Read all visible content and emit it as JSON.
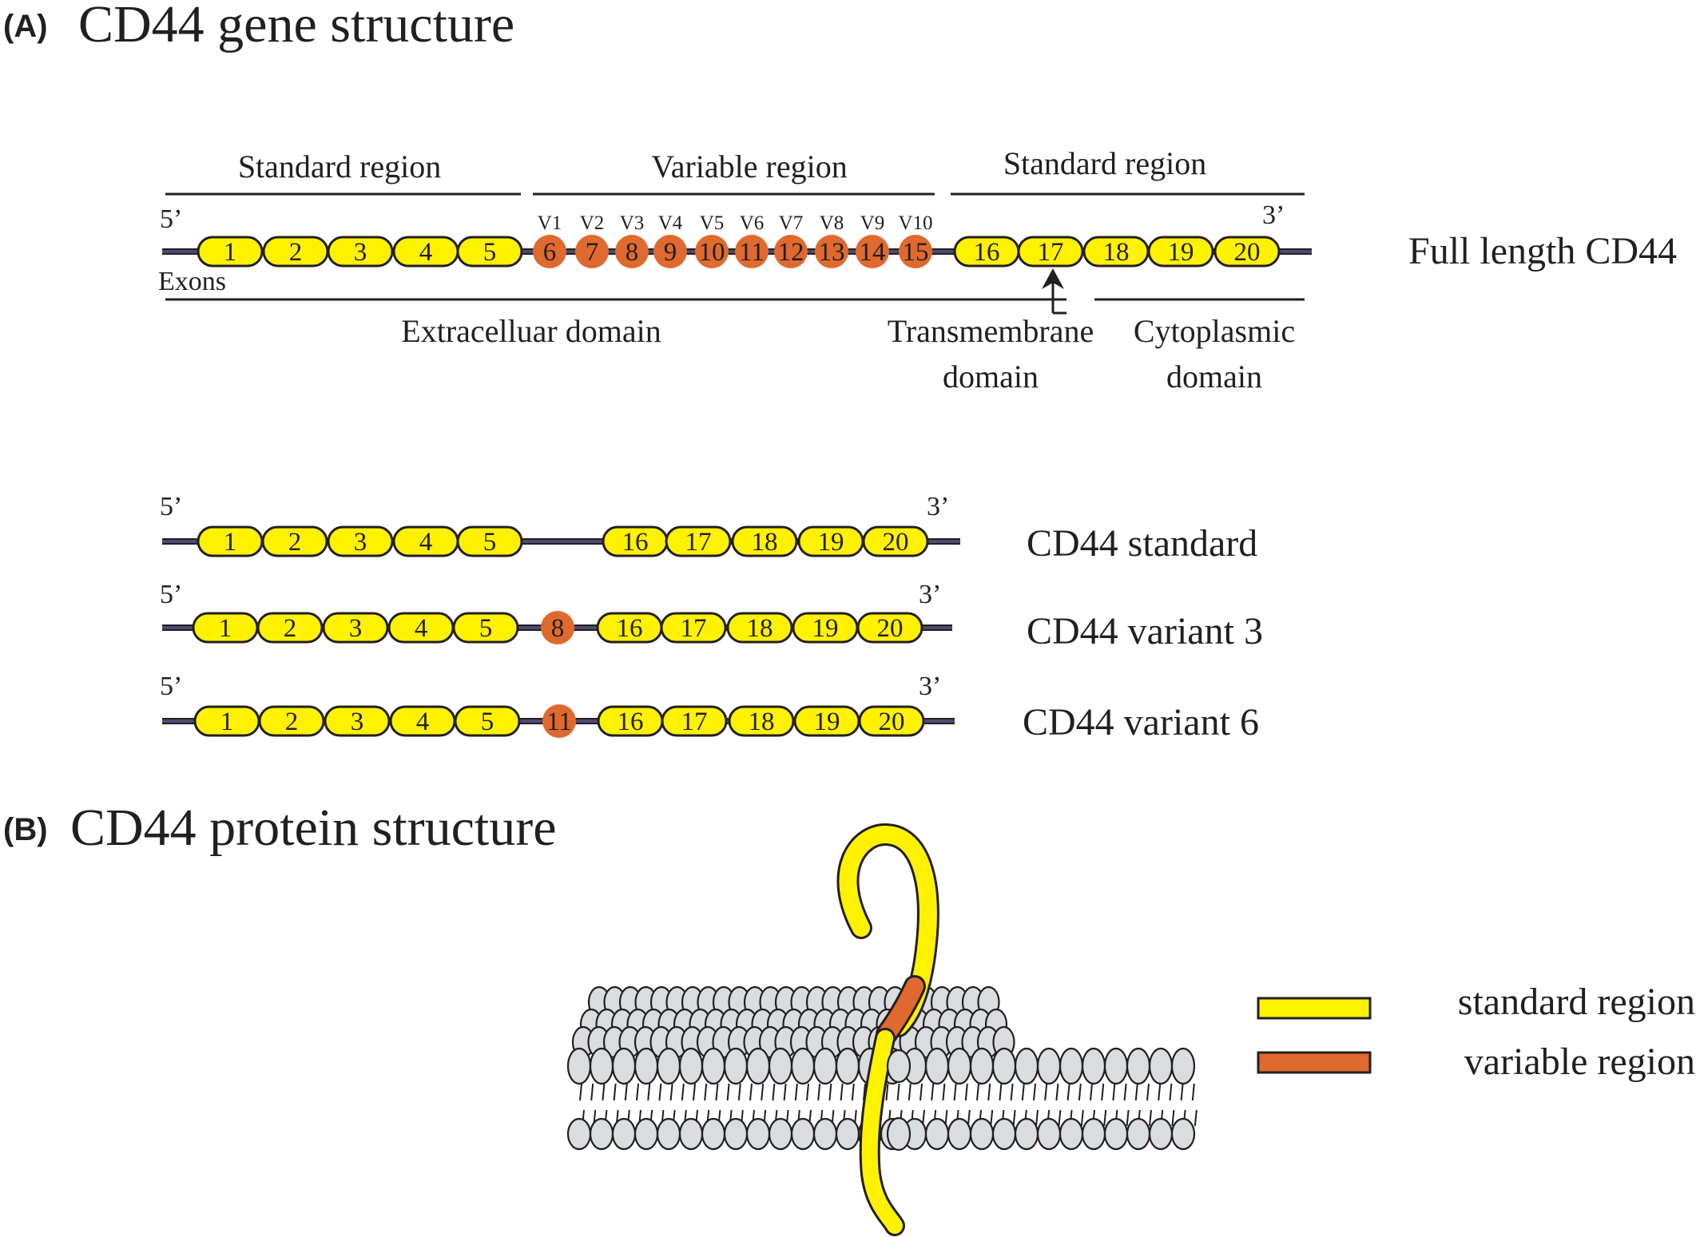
{
  "panel_a": {
    "tag": "(A)",
    "title": "CD44 gene structure",
    "regions": [
      "Standard region",
      "Variable region",
      "Standard region"
    ],
    "prime5": "5’",
    "prime3": "3’",
    "exons_label": "Exons",
    "variant_labels": [
      "V1",
      "V2",
      "V3",
      "V4",
      "V5",
      "V6",
      "V7",
      "V8",
      "V9",
      "V10"
    ],
    "domains": {
      "extracellular": "Extracelluar  domain",
      "transmembrane_1": "Transmembrane",
      "transmembrane_2": "domain",
      "cytoplasmic_1": "Cytoplasmic",
      "cytoplasmic_2": "domain"
    },
    "full_length_label": "Full length CD44",
    "isoforms": [
      {
        "label": "CD44 standard",
        "variable_exons": []
      },
      {
        "label": "CD44 variant 3",
        "variable_exons": [
          "8"
        ]
      },
      {
        "label": "CD44 variant 6",
        "variable_exons": [
          "11"
        ]
      }
    ],
    "exons": {
      "standard_5": [
        "1",
        "2",
        "3",
        "4",
        "5"
      ],
      "variable": [
        "6",
        "7",
        "8",
        "9",
        "10",
        "11",
        "12",
        "13",
        "14",
        "15"
      ],
      "standard_3": [
        "16",
        "17",
        "18",
        "19",
        "20"
      ]
    }
  },
  "panel_b": {
    "tag": "(B)",
    "title": "CD44 protein structure",
    "legend": [
      {
        "label": "standard region",
        "color": "#fff200"
      },
      {
        "label": "variable region",
        "color": "#e0692f"
      }
    ]
  },
  "colors": {
    "standard_exon": "#fff200",
    "variable_exon": "#e0692f",
    "intron_line": "#4a4a72",
    "lipid_head": "#d9dde0"
  }
}
